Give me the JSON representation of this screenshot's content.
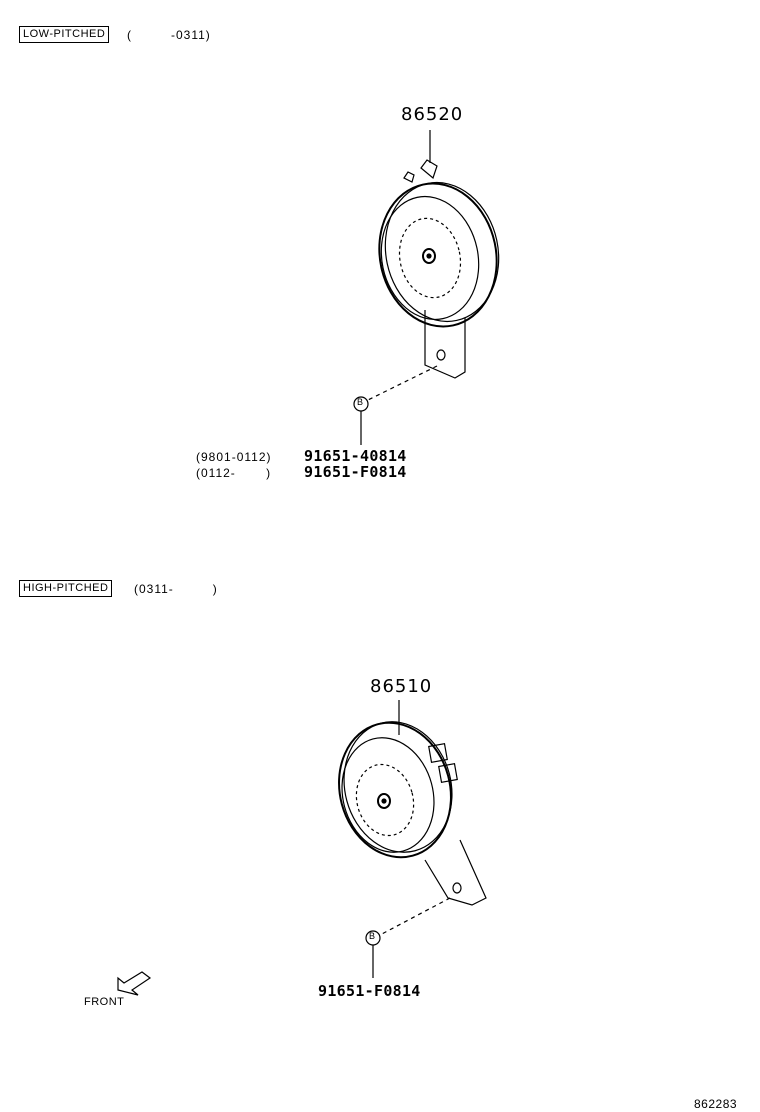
{
  "sections": [
    {
      "variant_label": "LOW-PITCHED",
      "date_range": "(         -0311)",
      "part_callout": "86520",
      "fastener_symbol": "B",
      "fastener_parts": [
        {
          "date_range": "(9801-0112)",
          "part_number": "91651-40814"
        },
        {
          "date_range": "(0112-       )",
          "part_number": "91651-F0814"
        }
      ]
    },
    {
      "variant_label": "HIGH-PITCHED",
      "date_range": "(0311-         )",
      "part_callout": "86510",
      "fastener_symbol": "B",
      "fastener_parts": [
        {
          "date_range": "",
          "part_number": "91651-F0814"
        }
      ]
    }
  ],
  "front_indicator": "FRONT",
  "diagram_number": "862283"
}
